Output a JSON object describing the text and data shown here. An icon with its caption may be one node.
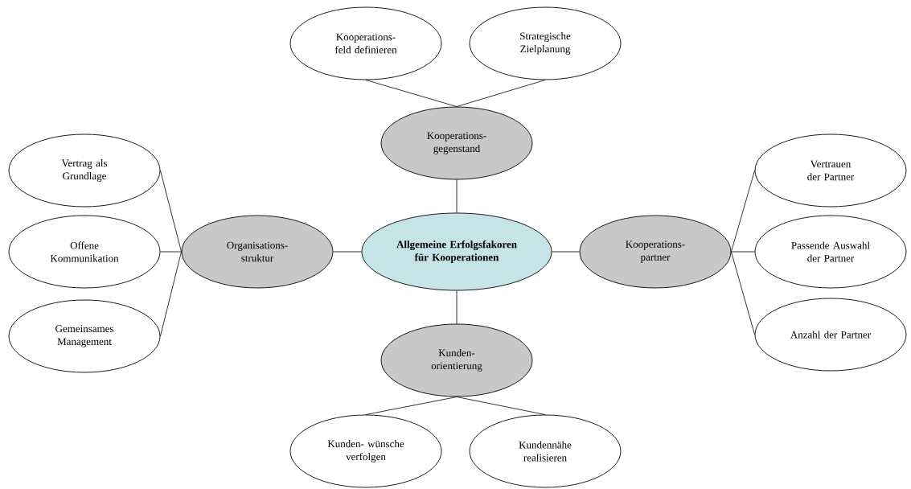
{
  "diagram": {
    "nodes": [
      {
        "text": [
          "Kooperations- feld definieren"
        ]
      },
      {
        "text": [
          "Strategische Zielplanung"
        ]
      },
      {
        "text": [
          "Kooperations- gegenstand"
        ]
      },
      {
        "text": [
          "Vertrag als Grundlage"
        ]
      },
      {
        "text": [
          "Vertrauen der Partner"
        ]
      },
      {
        "text": [
          "Offene Kommunikation"
        ]
      },
      {
        "text": [
          "Organisations- struktur"
        ]
      },
      {
        "text": [
          "Allgemeine Erfolgsfakoren für Kooperationen"
        ]
      },
      {
        "text": [
          "Kooperations- partner"
        ]
      },
      {
        "text": [
          "Passende Auswahl der Partner"
        ]
      },
      {
        "text": [
          "Gemeinsames Management"
        ]
      },
      {
        "text": [
          "Anzahl der Partner"
        ]
      },
      {
        "text": [
          "Kunden- orientierung"
        ]
      },
      {
        "text": [
          "Kunden- wünsche verfolgen"
        ]
      },
      {
        "text": [
          "Kundennähe realisieren"
        ]
      }
    ],
    "edges": [
      {
        "from": 2,
        "to": 0,
        "arrow": "none"
      },
      {
        "from": 2,
        "to": 1,
        "arrow": "none"
      },
      {
        "from": 7,
        "to": 2,
        "arrow": "none"
      },
      {
        "from": 6,
        "to": 3,
        "arrow": "none"
      },
      {
        "from": 6,
        "to": 5,
        "arrow": "none"
      },
      {
        "from": 6,
        "to": 10,
        "arrow": "none"
      },
      {
        "from": 7,
        "to": 6,
        "arrow": "none"
      },
      {
        "from": 7,
        "to": 8,
        "arrow": "none"
      },
      {
        "from": 8,
        "to": 4,
        "arrow": "none"
      },
      {
        "from": 8,
        "to": 9,
        "arrow": "none"
      },
      {
        "from": 8,
        "to": 11,
        "arrow": "none"
      },
      {
        "from": 7,
        "to": 12,
        "arrow": "none"
      },
      {
        "from": 12,
        "to": 13,
        "arrow": "none"
      },
      {
        "from": 12,
        "to": 14,
        "arrow": "none"
      }
    ]
  }
}
